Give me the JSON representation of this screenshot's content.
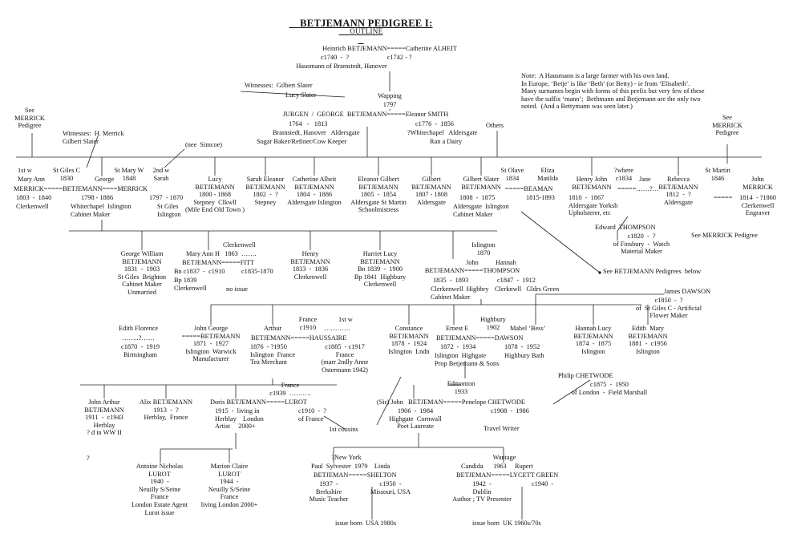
{
  "title": "BETJEMANN PEDIGREE I",
  "title_sep": ":",
  "subtitle": "OUTLINE",
  "note": "Note:  A Hausmann is a large farmer with his own land.\nIn Europe, ‘Betje’ is like ‘Beth’ (or Betty) - ie from ‘Elisabeth’.\nMany surnames begin with forms of this prefix but very few of these\nhave the suffix ‘mann’;  Bethmann and Betjemann are the only two\nnoted.  (And a Bettymann was seen later.)",
  "labels": [
    "Heinrich BETJEMANN=====Catherine ALHEIT",
    "c1740  -  ?                       c1742 - ?",
    "Hausmann of Bramstedt, Hanover",
    "Witnesses:  Gilbert Slater",
    "Lucy Slater",
    "Wapping",
    "1797",
    "JURGEN  /  GEORGE  BETJEMANN=====Eleanor SMITH",
    "1764   -   1813",
    "c1776  -  1856",
    "Bramstedt, Hanover   Aldersgate",
    "?Whitechapel   Aldersgate",
    "Sugar Baker/Refiner/Cow Keeper",
    "Ran a Dairy",
    "Others",
    "See\nMERRICK\nPedigree",
    "See\nMERRICK\nPedigree",
    "Witnesses:  H. Merrick\nGilbert Slater",
    "(nee  Simcoe)",
    "1st w",
    "Mary Ann",
    "St Giles C\n1830",
    "George",
    "St Mary W\n1848",
    "2nd w\nSarah",
    "MERRICK=====BETJEMANN====MERRICK",
    "1803  -  1840",
    "1798 - 1886",
    "1797  - 1870",
    "Clerkenwell",
    "Whitechapel  Islington\nCabinet Maker",
    "St Giles\nIslington",
    "Lucy\nBETJEMANN\n1800 - 1868\nStepney  Clkwll\n(Mile End Old Town )",
    "Sarah Eleanor\nBETJEMANN\n1802  -  ?\nStepney",
    "Catherine Alheit\nBETJEMANN\n1804  -  1886\nAldersgate Islington",
    "Eleanor Gilbert\nBETJEMANN\n1805  -  1854\nAldersgate St Martin\nSchoolmistress",
    "Gilbert\nBETJEMANN\n1807 - 1808\nAldersgate",
    "Gilbert Slater\nBETJEMANN",
    "St Olave\n1834",
    "Eliza\nMatilda",
    "=====BEAMAN",
    "1808  -  1875",
    "1815-1893",
    "Aldersgate  Islington\nCabinet Maker",
    "Henry John\nBETJEMANN",
    "?where\nc1834",
    "Jane",
    "=====……?…",
    "1810  -  1867\nAldersgate Yorksh\nUpholsterer, etc",
    "Rebecca\nBETJEMANN\n1812  -  ?\nAldersgate",
    "St Martin\n1846",
    "John\nMERRICK",
    "=====",
    "1814  - ?1860\nClerkenwell\nEngraver",
    "See MERRICK Pedigree",
    "Edward  THOMPSON",
    "c1820  -  ?\nof Finsbury  -  Watch\nMaterial Maker",
    "See BETJEMANN Pedigrees  below",
    "George William\nBETJEMANN\n1831  -  1903\nSt Giles  Brighton\nCabinet Maker\nUnmarried",
    "Clerkenwell",
    "Mary Ann H   1863  …….",
    "BETJEMANN=====FITT",
    "Bn c1837  -  c1910",
    "c1835-1870",
    "Bp 1839\nClerkenwell",
    "no issue",
    "Henry\nBETJEMANN\n1833  -  1836\nClerkenwell",
    "Harriet Lucy\nBETJEMANN\nBn 1839  -  1900\nBp 1841  Highbury\nClerkenwell",
    "Islington\n1870",
    "Hannah",
    "John\nBETJEMANN=====THOMPSON",
    "1835  -  1893",
    "c1847  -  1912",
    "Clerkenwell  Highbry\nCabinet Maker",
    "Clerknwll   Gldrs Green",
    "James DAWSON",
    "c1850  -  ?\nof  St Giles C - Artificial\nFlower Maker",
    "France\nc1910",
    "1st w",
    "…………",
    "Edith Florence",
    "……..?……",
    "c1870  -  1919\nBirmingham",
    "John George\n=====BETJEMANN\n1871  -  1927\nIslington  Warwick\nManufacturer",
    "Arthur",
    "BETJEMANN=====HAUSSAIRE",
    "1876  - ?1950\nIslington  France\nTea Merchant",
    "c1885  - c1917\nFrance\n(marr 2ndly Anne\nOstermann 1942)",
    "Constance\nBETJEMANN\n1878  -  1924\nIslington  Lndn",
    "Highbury\n1902",
    "Ernest E",
    "Mabel ‘Bess’",
    "BETJEMANN=====DAWSON",
    "1872  -  1934",
    "1878  -  1952",
    "Islington  Highgate\nProp Betjemann & Sons",
    "Highbury Bath",
    "Hannah Lucy\nBETJEMANN\n1874  -  1875\nIslington",
    "Edith  Mary\nBETJEMANN\n1881  -  c1956\nIslington",
    "Philip CHETWODE",
    "c1875  -  1950\nof London  -  Field Marshall",
    "Edmonton\n1933",
    "John Arthur\nBETJEMANN\n1911  -  c1943\nHerblay\n? d in WW II",
    "?",
    "Alix BETJEMANN\n1913  -  ?\nHerblay,  France",
    "France\nc1939  ……….",
    "Doris BETJEMANN=====LUROT",
    "1915  -  living in\nHerblay    London\nArtist     2000+",
    "c1910  -  ?\nof France",
    "1st cousins",
    "(Sir) John   BETJEMAN=====Penelope CHETWODE",
    "1906  -  1984\nHighgate  Cornwall\nPoet Laureate",
    "c1908  -  1986",
    "Travel Writer",
    "Antoine Nicholas\nLUROT\n1940  -\nNeuilly S/Seine\nFrance\nLondon Estate Agent\nLurot issue",
    "Marion Claire\nLUROT\n1944  -\nNeuilly S/Seine\nFrance\nliving London 2000+",
    "?New York",
    "Paul  Sylvester  1979    Linda",
    "BETJEMAN=====SHELTON",
    "1937  -\nBerkshire\nMusic Teacher",
    "c1950  -\nMissouri, USA",
    "issue born  USA 1980s",
    "Wantage",
    "Candida      1963     Rupert",
    "BETJEMAN=====LYCETT GREEN",
    "1942  -\nDublin\nAuthor ; TV Presenter",
    "c1940  -",
    "issue born  UK 1960s/70s"
  ]
}
